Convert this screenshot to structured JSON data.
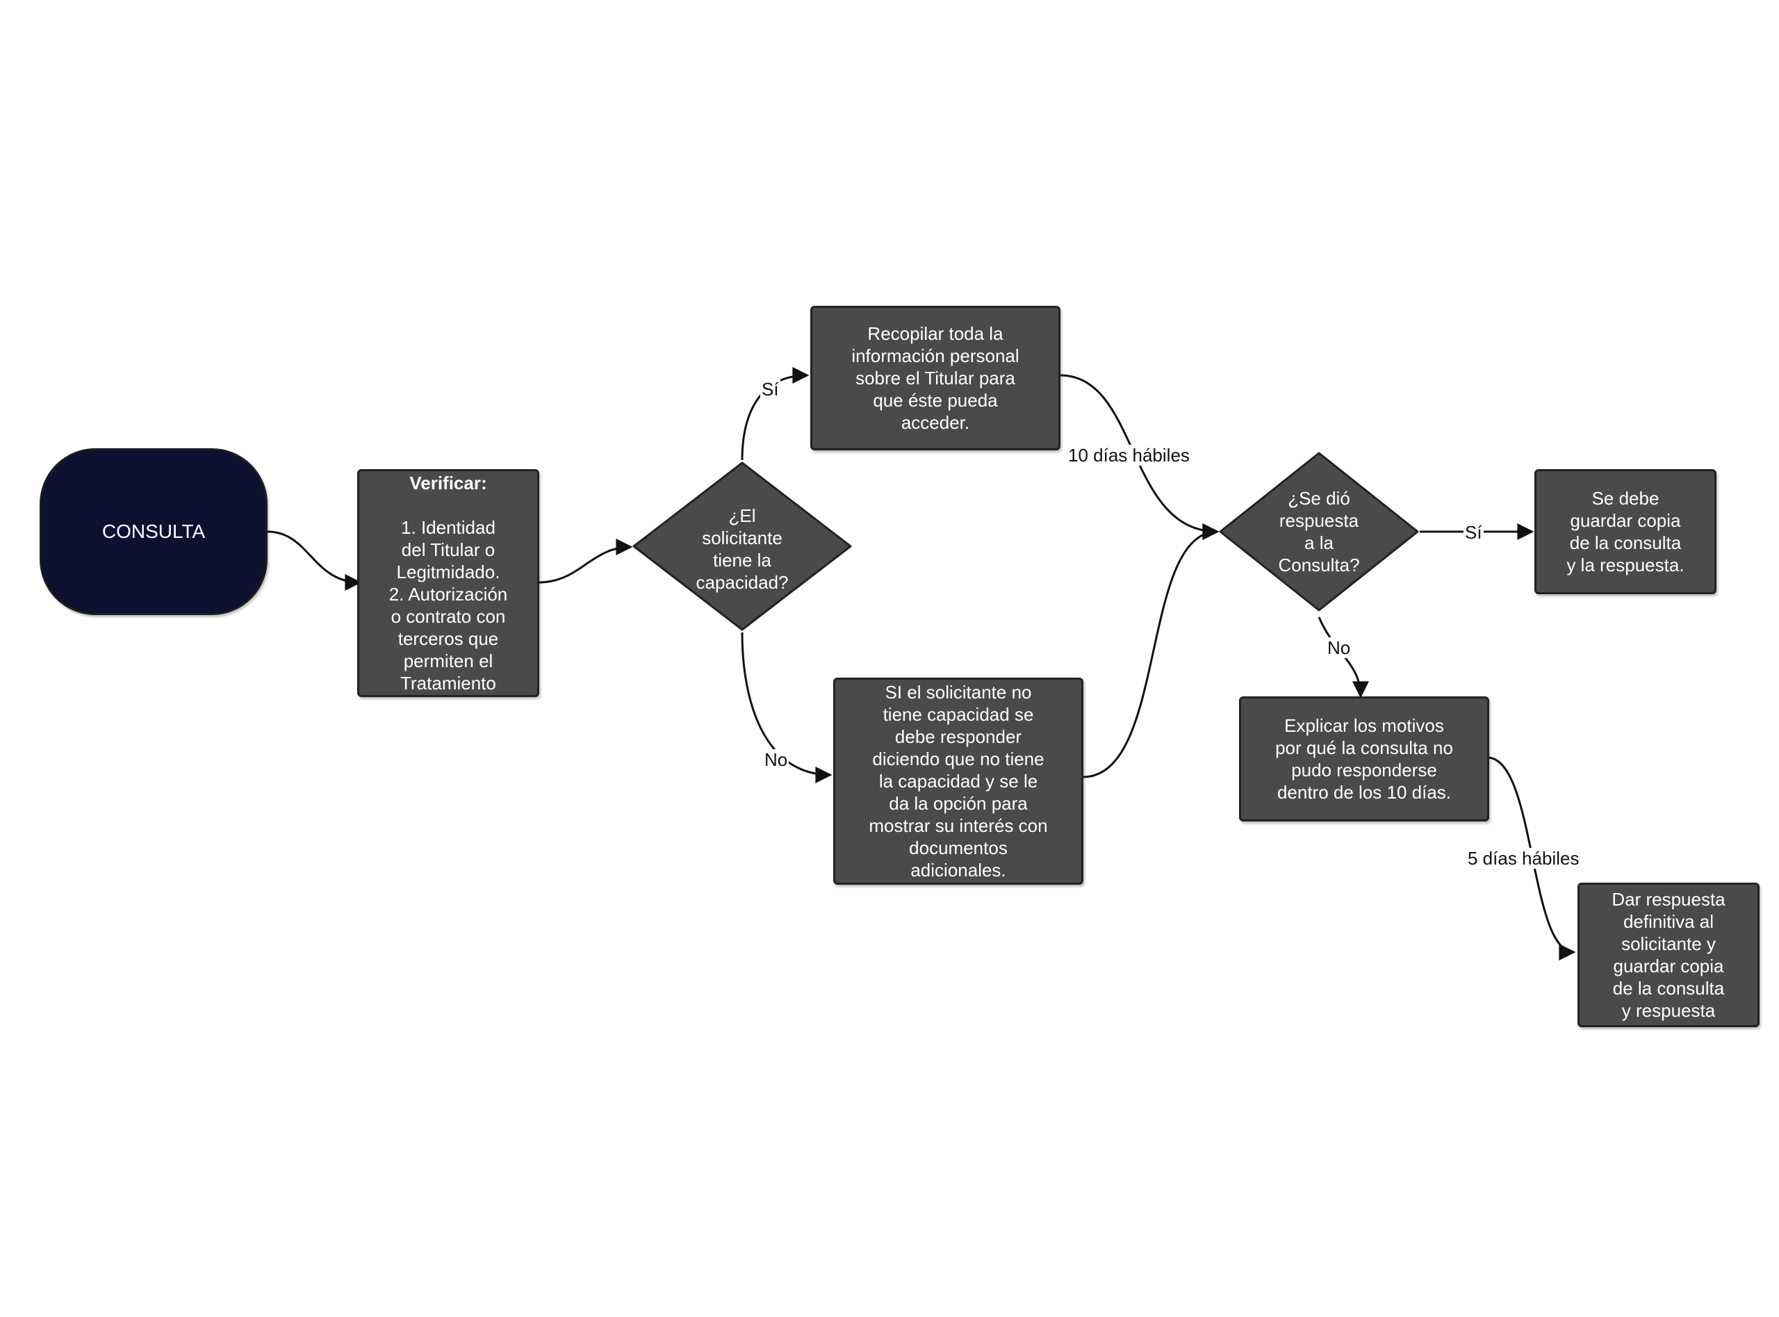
{
  "nodes": {
    "start": {
      "text": "CONSULTA"
    },
    "verify": {
      "heading": "Verificar:",
      "text": "1. Identidad\ndel Titular o\nLegitmidado.\n2. Autorización\no contrato con\nterceros que\npermiten el\nTratamiento"
    },
    "decision1": {
      "text": "¿El\nsolicitante\ntiene la\ncapacidad?"
    },
    "collect": {
      "text": "Recopilar toda la\ninformación personal\nsobre el Titular para\nque éste pueda\nacceder."
    },
    "no_capacity": {
      "text": "SI el solicitante no\ntiene capacidad se\ndebe responder\ndiciendo que no tiene\nla capacidad y se le\nda la opción para\nmostrar su interés con\ndocumentos\nadicionales."
    },
    "decision2": {
      "text": "¿Se dió\nrespuesta\na la\nConsulta?"
    },
    "save": {
      "text": "Se debe\nguardar copia\nde la consulta\ny la respuesta."
    },
    "explain": {
      "text": "Explicar los motivos\npor qué la consulta no\npudo responderse\ndentro de los 10 días."
    },
    "final": {
      "text": "Dar respuesta\ndefinitiva al\nsolicitante y\nguardar copia\nde la consulta\ny respuesta"
    }
  },
  "labels": {
    "d1_yes": "Sí",
    "d1_no": "No",
    "ten_days": "10 días hábiles",
    "d2_yes": "Sí",
    "d2_no": "No",
    "five_days": "5 días hábiles"
  },
  "colors": {
    "box_fill": "#4a4a4a",
    "box_border": "#222222",
    "terminal_fill": "#0d1030",
    "line": "#111111"
  }
}
